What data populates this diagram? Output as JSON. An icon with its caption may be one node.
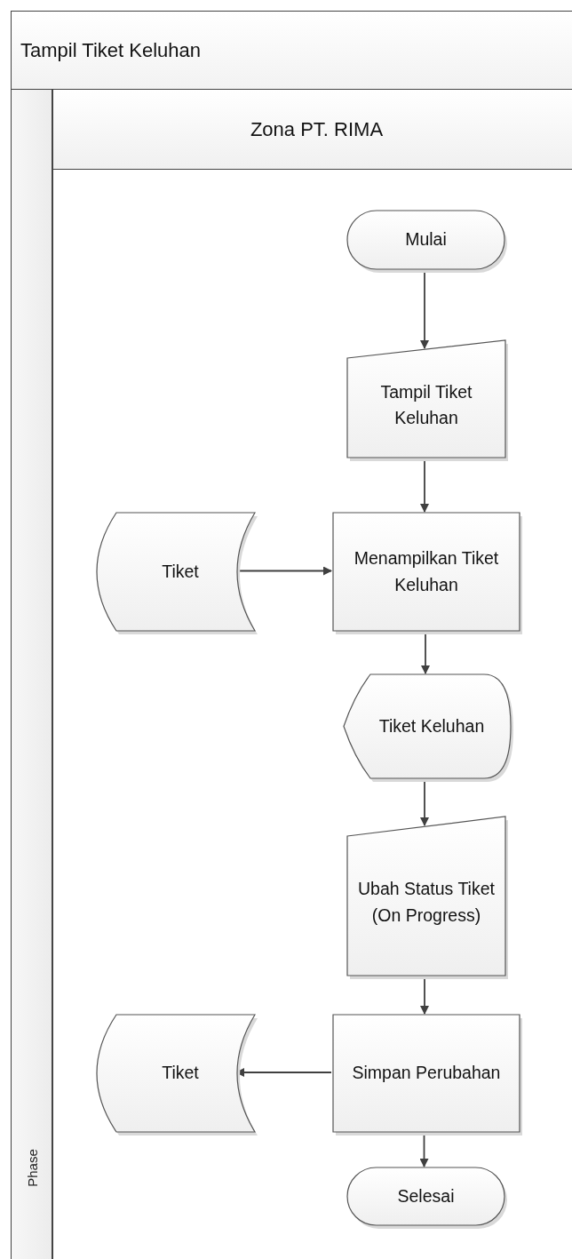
{
  "diagram": {
    "nodes": [
      {
        "text": [
          "Tampil Tiket Keluhan"
        ]
      },
      {
        "text": [
          "Zona PT. RIMA"
        ],
        "in": 0
      },
      {
        "text": [
          "Phase"
        ],
        "in": 0
      },
      {
        "text": [
          "Mulai"
        ],
        "in": 1
      },
      {
        "text": [
          "Tampil Tiket Keluhan"
        ],
        "in": 1
      },
      {
        "text": [
          "Menampilkan Tiket Keluhan"
        ],
        "in": 1
      },
      {
        "text": [
          "Tiket"
        ],
        "in": 1
      },
      {
        "text": [
          "Tiket Keluhan"
        ],
        "in": 1
      },
      {
        "text": [
          "Ubah Status Tiket (On Progress)"
        ],
        "in": 1
      },
      {
        "text": [
          "Simpan Perubahan"
        ],
        "in": 1
      },
      {
        "text": [
          "Tiket"
        ],
        "in": 1
      },
      {
        "text": [
          "Selesai"
        ],
        "in": 1
      }
    ],
    "edges": [
      {
        "from": 3,
        "to": 4,
        "arrow": "to"
      },
      {
        "from": 4,
        "to": 5,
        "arrow": "to"
      },
      {
        "from": 6,
        "to": 5,
        "arrow": "to"
      },
      {
        "from": 5,
        "to": 7,
        "arrow": "to"
      },
      {
        "from": 7,
        "to": 8,
        "arrow": "to"
      },
      {
        "from": 8,
        "to": 9,
        "arrow": "to"
      },
      {
        "from": 9,
        "to": 10,
        "arrow": "to"
      },
      {
        "from": 9,
        "to": 11,
        "arrow": "to"
      }
    ]
  }
}
